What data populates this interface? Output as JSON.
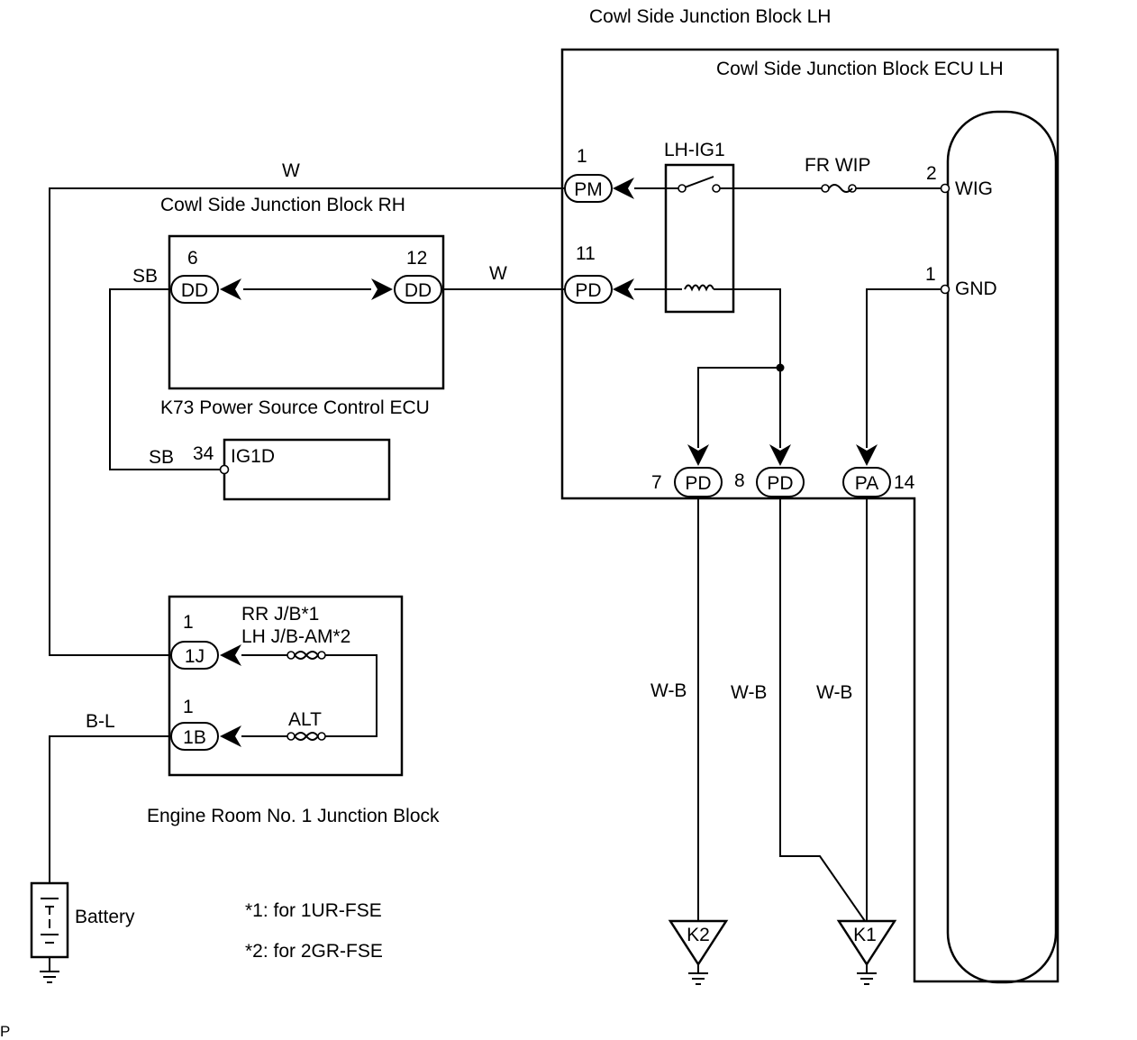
{
  "labels": {
    "cowl_lh_block": "Cowl Side Junction Block LH",
    "cowl_lh_ecu": "Cowl Side Junction Block  ECU LH",
    "cowl_rh_block": "Cowl Side Junction Block RH",
    "k73": "K73 Power Source Control ECU",
    "engine_room_block": "Engine Room No. 1 Junction Block",
    "battery": "Battery",
    "footnote1": "*1: for 1UR-FSE",
    "footnote2": "*2: for 2GR-FSE",
    "corner": "P"
  },
  "relay": {
    "name": "LH-IG1"
  },
  "fuses": {
    "fr_wip": "FR WIP",
    "rr_jb": "RR J/B*1",
    "lh_jb_am": "LH J/B-AM*2",
    "alt": "ALT"
  },
  "connectors": {
    "pm": {
      "name": "PM",
      "pin": "1"
    },
    "pd11": {
      "name": "PD",
      "pin": "11"
    },
    "dd6": {
      "name": "DD",
      "pin": "6"
    },
    "dd12": {
      "name": "DD",
      "pin": "12"
    },
    "pd7": {
      "name": "PD",
      "pin": "7"
    },
    "pd8": {
      "name": "PD",
      "pin": "8"
    },
    "pa14": {
      "name": "PA",
      "pin": "14"
    },
    "j1": {
      "name": "1J",
      "pin": "1"
    },
    "b1": {
      "name": "1B",
      "pin": "1"
    }
  },
  "ecu_terminals": {
    "wig": {
      "name": "WIG",
      "pin": "2"
    },
    "gnd": {
      "name": "GND",
      "pin": "1"
    },
    "ig1d": {
      "name": "IG1D",
      "pin": "34"
    }
  },
  "wires": {
    "w_top": "W",
    "w_mid": "W",
    "sb_upper": "SB",
    "sb_lower": "SB",
    "bl": "B-L",
    "wb1": "W-B",
    "wb2": "W-B",
    "wb3": "W-B"
  },
  "grounds": {
    "k2": "K2",
    "k1": "K1"
  }
}
